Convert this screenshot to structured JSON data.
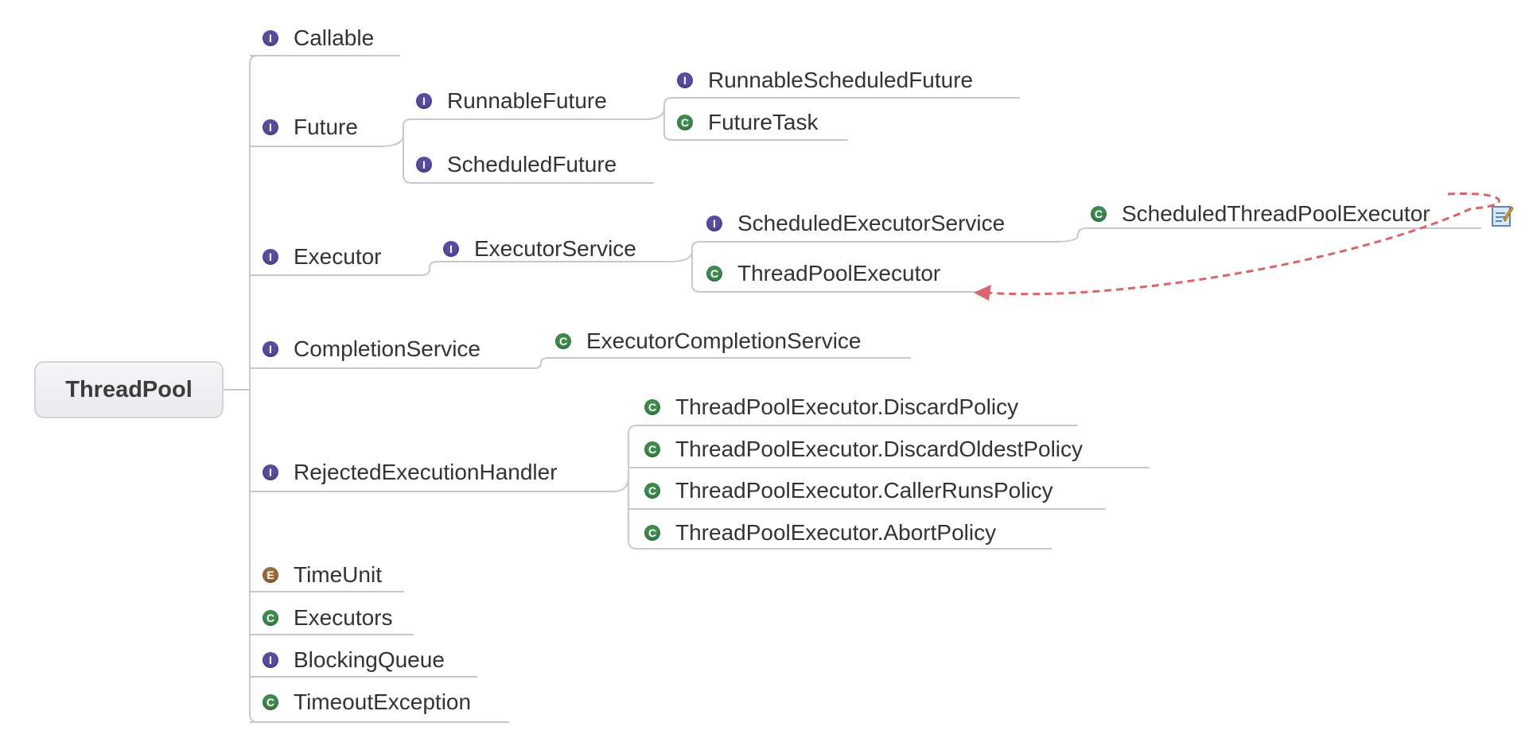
{
  "root": {
    "label": "ThreadPool"
  },
  "nodes": {
    "callable": {
      "label": "Callable",
      "kind": "interface"
    },
    "future": {
      "label": "Future",
      "kind": "interface"
    },
    "runnable_future": {
      "label": "RunnableFuture",
      "kind": "interface"
    },
    "runnable_scheduled_future": {
      "label": "RunnableScheduledFuture",
      "kind": "interface"
    },
    "future_task": {
      "label": "FutureTask",
      "kind": "class"
    },
    "scheduled_future": {
      "label": "ScheduledFuture",
      "kind": "interface"
    },
    "executor": {
      "label": "Executor",
      "kind": "interface"
    },
    "executor_service": {
      "label": "ExecutorService",
      "kind": "interface"
    },
    "scheduled_executor_service": {
      "label": "ScheduledExecutorService",
      "kind": "interface"
    },
    "scheduled_thread_pool_executor": {
      "label": "ScheduledThreadPoolExecutor",
      "kind": "class"
    },
    "thread_pool_executor": {
      "label": "ThreadPoolExecutor",
      "kind": "class"
    },
    "completion_service": {
      "label": "CompletionService",
      "kind": "interface"
    },
    "executor_completion_service": {
      "label": "ExecutorCompletionService",
      "kind": "class"
    },
    "rejected_execution_handler": {
      "label": "RejectedExecutionHandler",
      "kind": "interface"
    },
    "discard_policy": {
      "label": "ThreadPoolExecutor.DiscardPolicy",
      "kind": "class"
    },
    "discard_oldest_policy": {
      "label": "ThreadPoolExecutor.DiscardOldestPolicy",
      "kind": "class"
    },
    "caller_runs_policy": {
      "label": "ThreadPoolExecutor.CallerRunsPolicy",
      "kind": "class"
    },
    "abort_policy": {
      "label": "ThreadPoolExecutor.AbortPolicy",
      "kind": "class"
    },
    "time_unit": {
      "label": "TimeUnit",
      "kind": "enum"
    },
    "executors": {
      "label": "Executors",
      "kind": "class"
    },
    "blocking_queue": {
      "label": "BlockingQueue",
      "kind": "interface"
    },
    "timeout_exception": {
      "label": "TimeoutException",
      "kind": "class"
    }
  },
  "icons": {
    "interface": {
      "glyph": "I",
      "color": "#5a4b9f",
      "name": "interface-icon"
    },
    "class": {
      "glyph": "C",
      "color": "#3f8a4f",
      "name": "class-icon"
    },
    "enum": {
      "glyph": "E",
      "color": "#9b6b3c",
      "name": "enum-icon"
    }
  },
  "relationship": {
    "from": "ScheduledThreadPoolExecutor",
    "to": "ThreadPoolExecutor",
    "color": "#d9646b",
    "style": "dashed"
  },
  "colors": {
    "branch_line": "#c9c9c9"
  }
}
